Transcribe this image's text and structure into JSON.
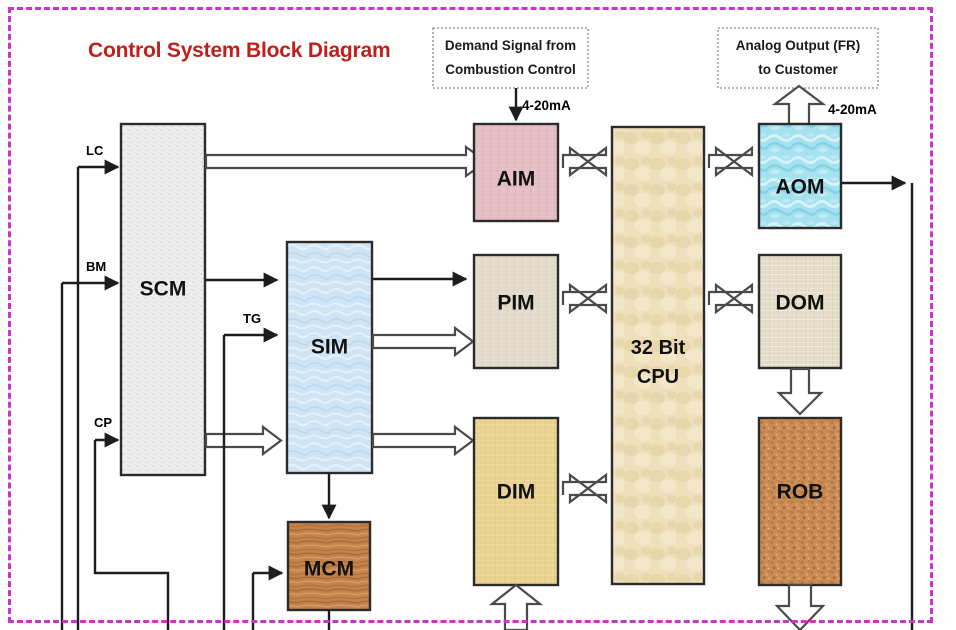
{
  "title": "Control System Block Diagram",
  "frame": {
    "border_color": "#cc33cc",
    "style": "dash-dot"
  },
  "io_boxes": [
    {
      "name": "demand-signal-box",
      "line1": "Demand Signal from",
      "line2": "Combustion Control",
      "signal": "4-20mA"
    },
    {
      "name": "analog-output-box",
      "line1": "Analog Output (FR)",
      "line2": "to Customer",
      "signal": "4-20mA"
    }
  ],
  "input_signals": [
    {
      "label": "LC"
    },
    {
      "label": "BM"
    },
    {
      "label": "CP"
    },
    {
      "label": "TG"
    }
  ],
  "blocks": [
    {
      "id": "scm",
      "label": "SCM",
      "color": "#ebebeb",
      "texture": "speckle-gray"
    },
    {
      "id": "sim",
      "label": "SIM",
      "color": "#cbe3f5",
      "texture": "water-blue"
    },
    {
      "id": "mcm",
      "label": "MCM",
      "color": "#c6854a",
      "texture": "wood"
    },
    {
      "id": "aim",
      "label": "AIM",
      "color": "#e3bec4",
      "texture": "speckle-pink"
    },
    {
      "id": "pim",
      "label": "PIM",
      "color": "#e2dbcb",
      "texture": "speckle-beige"
    },
    {
      "id": "dim",
      "label": "DIM",
      "color": "#e9d189",
      "texture": "woven-gold"
    },
    {
      "id": "cpu",
      "label_line1": "32 Bit",
      "label_line2": "CPU",
      "color": "#efdfba",
      "texture": "parchment"
    },
    {
      "id": "aom",
      "label": "AOM",
      "color": "#a9e2ee",
      "texture": "water-cyan"
    },
    {
      "id": "dom",
      "label": "DOM",
      "color": "#e4dcc9",
      "texture": "woven-beige"
    },
    {
      "id": "rob",
      "label": "ROB",
      "color": "#cb8b54",
      "texture": "cork-orange"
    }
  ],
  "chart_data": {
    "type": "diagram",
    "title": "Control System Block Diagram",
    "nodes": [
      "SCM",
      "SIM",
      "MCM",
      "AIM",
      "PIM",
      "DIM",
      "32 Bit CPU",
      "AOM",
      "DOM",
      "ROB"
    ],
    "edges": [
      {
        "from": "LC",
        "to": "SCM"
      },
      {
        "from": "BM",
        "to": "SCM"
      },
      {
        "from": "CP",
        "to": "SCM"
      },
      {
        "from": "SCM",
        "to": "AIM"
      },
      {
        "from": "SCM",
        "to": "SIM"
      },
      {
        "from": "TG",
        "to": "SIM"
      },
      {
        "from": "SIM",
        "to": "PIM"
      },
      {
        "from": "SIM",
        "to": "DIM"
      },
      {
        "from": "SIM",
        "to": "MCM"
      },
      {
        "from": "Demand Signal from Combustion Control",
        "to": "AIM",
        "signal": "4-20mA"
      },
      {
        "from": "AIM",
        "to": "32 Bit CPU",
        "bidirectional": true
      },
      {
        "from": "PIM",
        "to": "32 Bit CPU",
        "bidirectional": true
      },
      {
        "from": "DIM",
        "to": "32 Bit CPU",
        "bidirectional": true
      },
      {
        "from": "32 Bit CPU",
        "to": "AOM",
        "bidirectional": true
      },
      {
        "from": "32 Bit CPU",
        "to": "DOM",
        "bidirectional": true
      },
      {
        "from": "AOM",
        "to": "Analog Output (FR) to Customer",
        "signal": "4-20mA"
      },
      {
        "from": "DOM",
        "to": "ROB"
      }
    ]
  }
}
